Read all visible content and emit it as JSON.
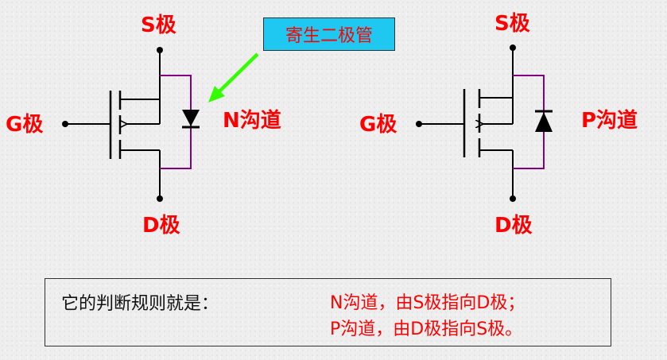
{
  "colors": {
    "label": "#ff0000",
    "wire": "#000000",
    "diode_loop": "#800080",
    "arrow": "#33ff00",
    "callout_bg": "#1fc8f0"
  },
  "n_mosfet": {
    "s_label": "S极",
    "g_label": "G极",
    "d_label": "D极",
    "channel_label": "N沟道"
  },
  "p_mosfet": {
    "s_label": "S极",
    "g_label": "G极",
    "d_label": "D极",
    "channel_label": "P沟道"
  },
  "callout": {
    "text": "寄生二极管",
    "pointer_icon": "green-arrow-icon"
  },
  "rule": {
    "intro": "它的判断规则就是：",
    "n_rule": "N沟道，由S极指向D极；",
    "p_rule": "P沟道，由D极指向S极。"
  }
}
